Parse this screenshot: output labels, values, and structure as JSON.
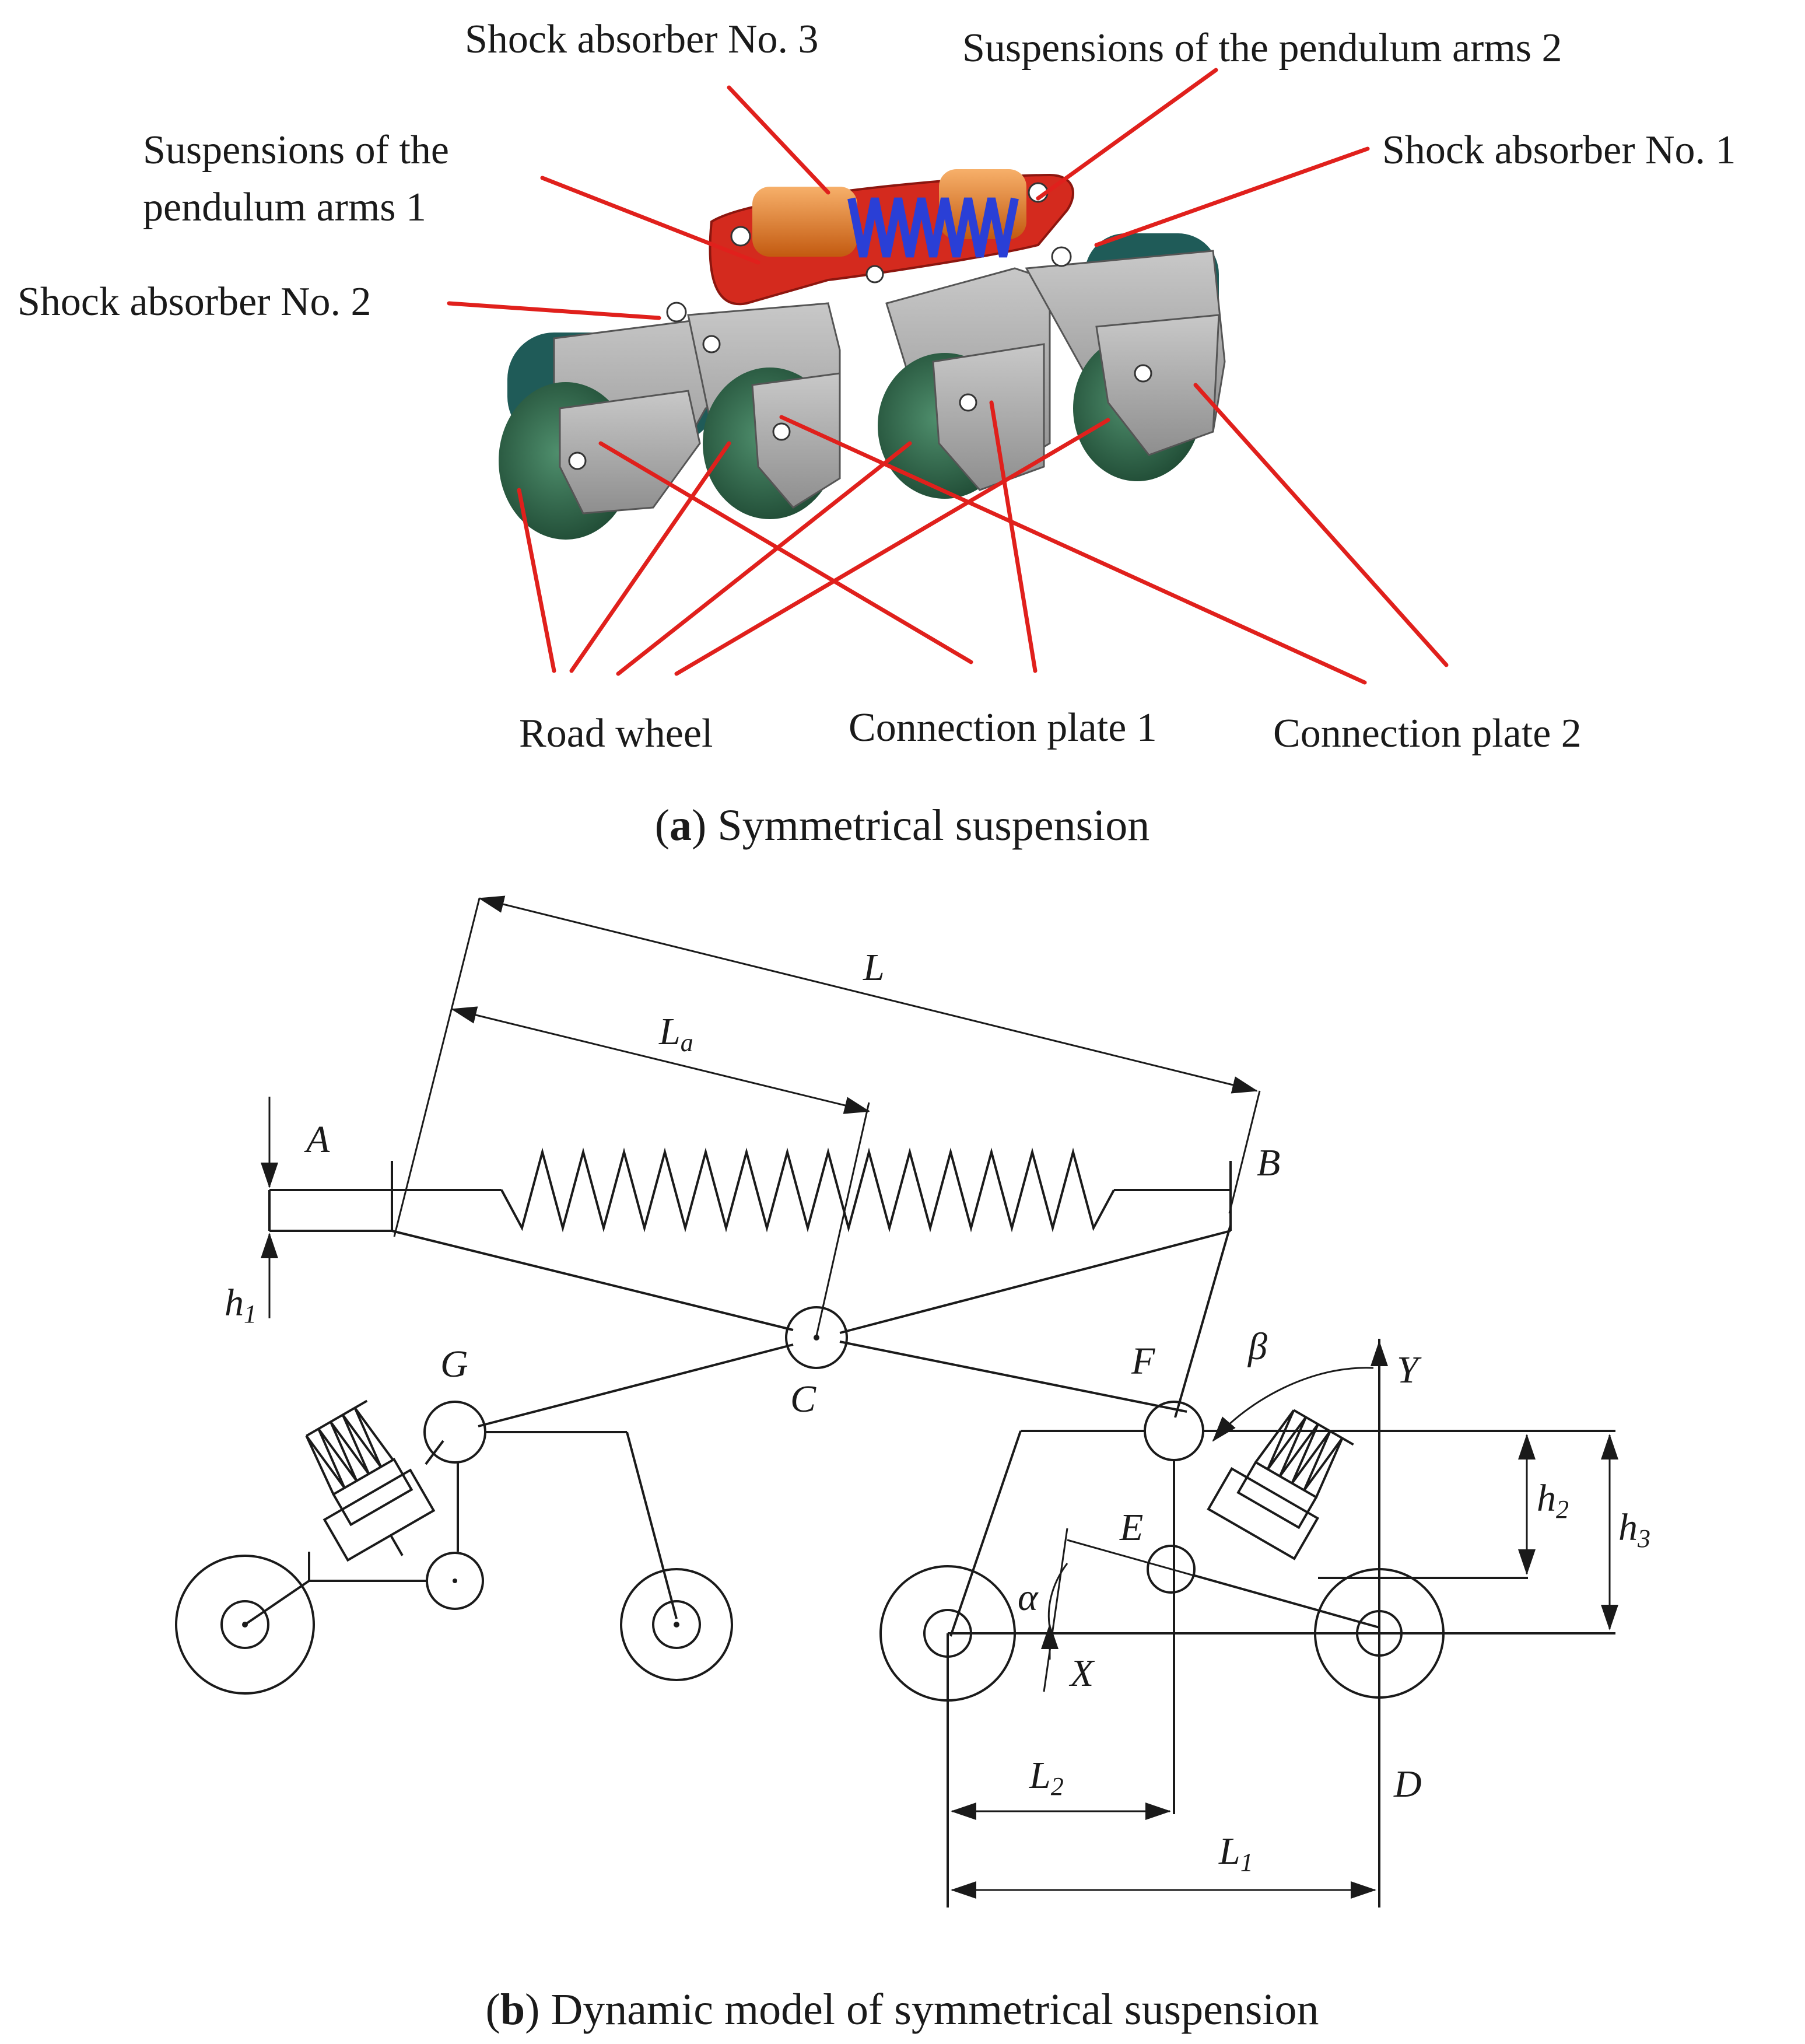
{
  "panel_a": {
    "labels": {
      "shock3": "Shock absorber No. 3",
      "pend2": "Suspensions of the pendulum arms 2",
      "pend1_line1": "Suspensions of the",
      "pend1_line2": "pendulum arms 1",
      "shock1": "Shock absorber No. 1",
      "shock2": "Shock absorber No. 2",
      "road_wheel": "Road wheel",
      "conn1": "Connection plate 1",
      "conn2": "Connection plate 2"
    },
    "caption_letter": "a",
    "caption_text": "Symmetrical suspension",
    "colors": {
      "leader": "#e0201c",
      "frame": "#d42a1e",
      "spring": "#2a3fd6",
      "damper": "#e87a1e",
      "wheel": "#2f6b4c",
      "plate": "#a9a9a9"
    }
  },
  "panel_b": {
    "points": {
      "A": "A",
      "B": "B",
      "C": "C",
      "D": "D",
      "E": "E",
      "F": "F",
      "G": "G",
      "X": "X",
      "Y": "Y",
      "alpha": "α",
      "beta": "β"
    },
    "dims": {
      "L": "L",
      "La_main": "L",
      "La_sub": "a",
      "L1_main": "L",
      "L1_sub": "1",
      "L2_main": "L",
      "L2_sub": "2",
      "h1_main": "h",
      "h1_sub": "1",
      "h2_main": "h",
      "h2_sub": "2",
      "h3_main": "h",
      "h3_sub": "3"
    },
    "caption_letter": "b",
    "caption_text": "Dynamic model of symmetrical suspension"
  }
}
